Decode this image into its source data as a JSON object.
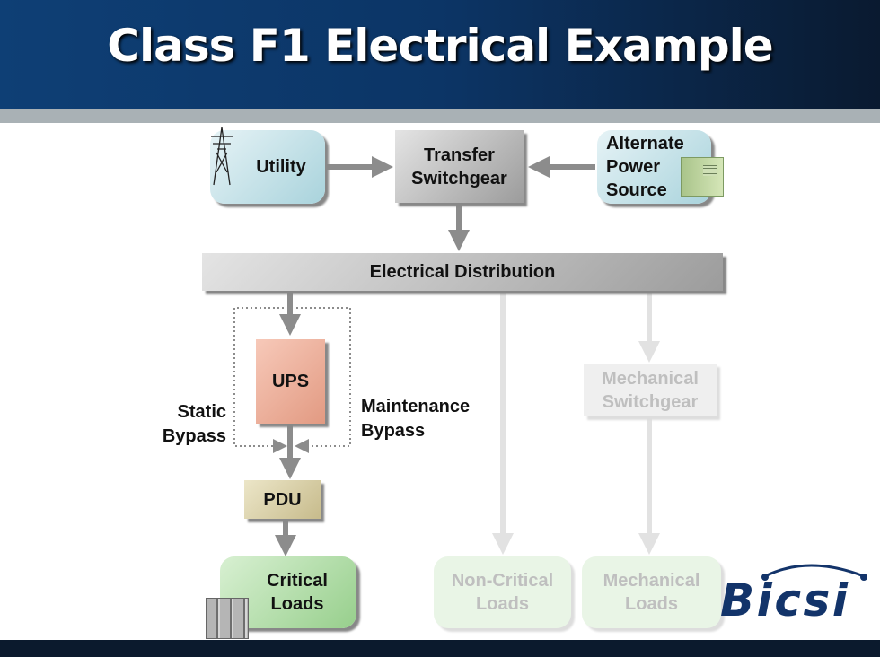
{
  "title": "Class F1 Electrical Example",
  "nodes": {
    "utility": "Utility",
    "transfer_1": "Transfer",
    "transfer_2": "Switchgear",
    "alt_1": "Alternate",
    "alt_2": "Power",
    "alt_3": "Source",
    "distribution": "Electrical Distribution",
    "ups": "UPS",
    "pdu": "PDU",
    "critical_1": "Critical",
    "critical_2": "Loads",
    "noncritical_1": "Non-Critical",
    "noncritical_2": "Loads",
    "mechsw_1": "Mechanical",
    "mechsw_2": "Switchgear",
    "mechloads_1": "Mechanical",
    "mechloads_2": "Loads"
  },
  "labels": {
    "static_1": "Static",
    "static_2": "Bypass",
    "maint_1": "Maintenance",
    "maint_2": "Bypass"
  },
  "logo": "Bicsi"
}
